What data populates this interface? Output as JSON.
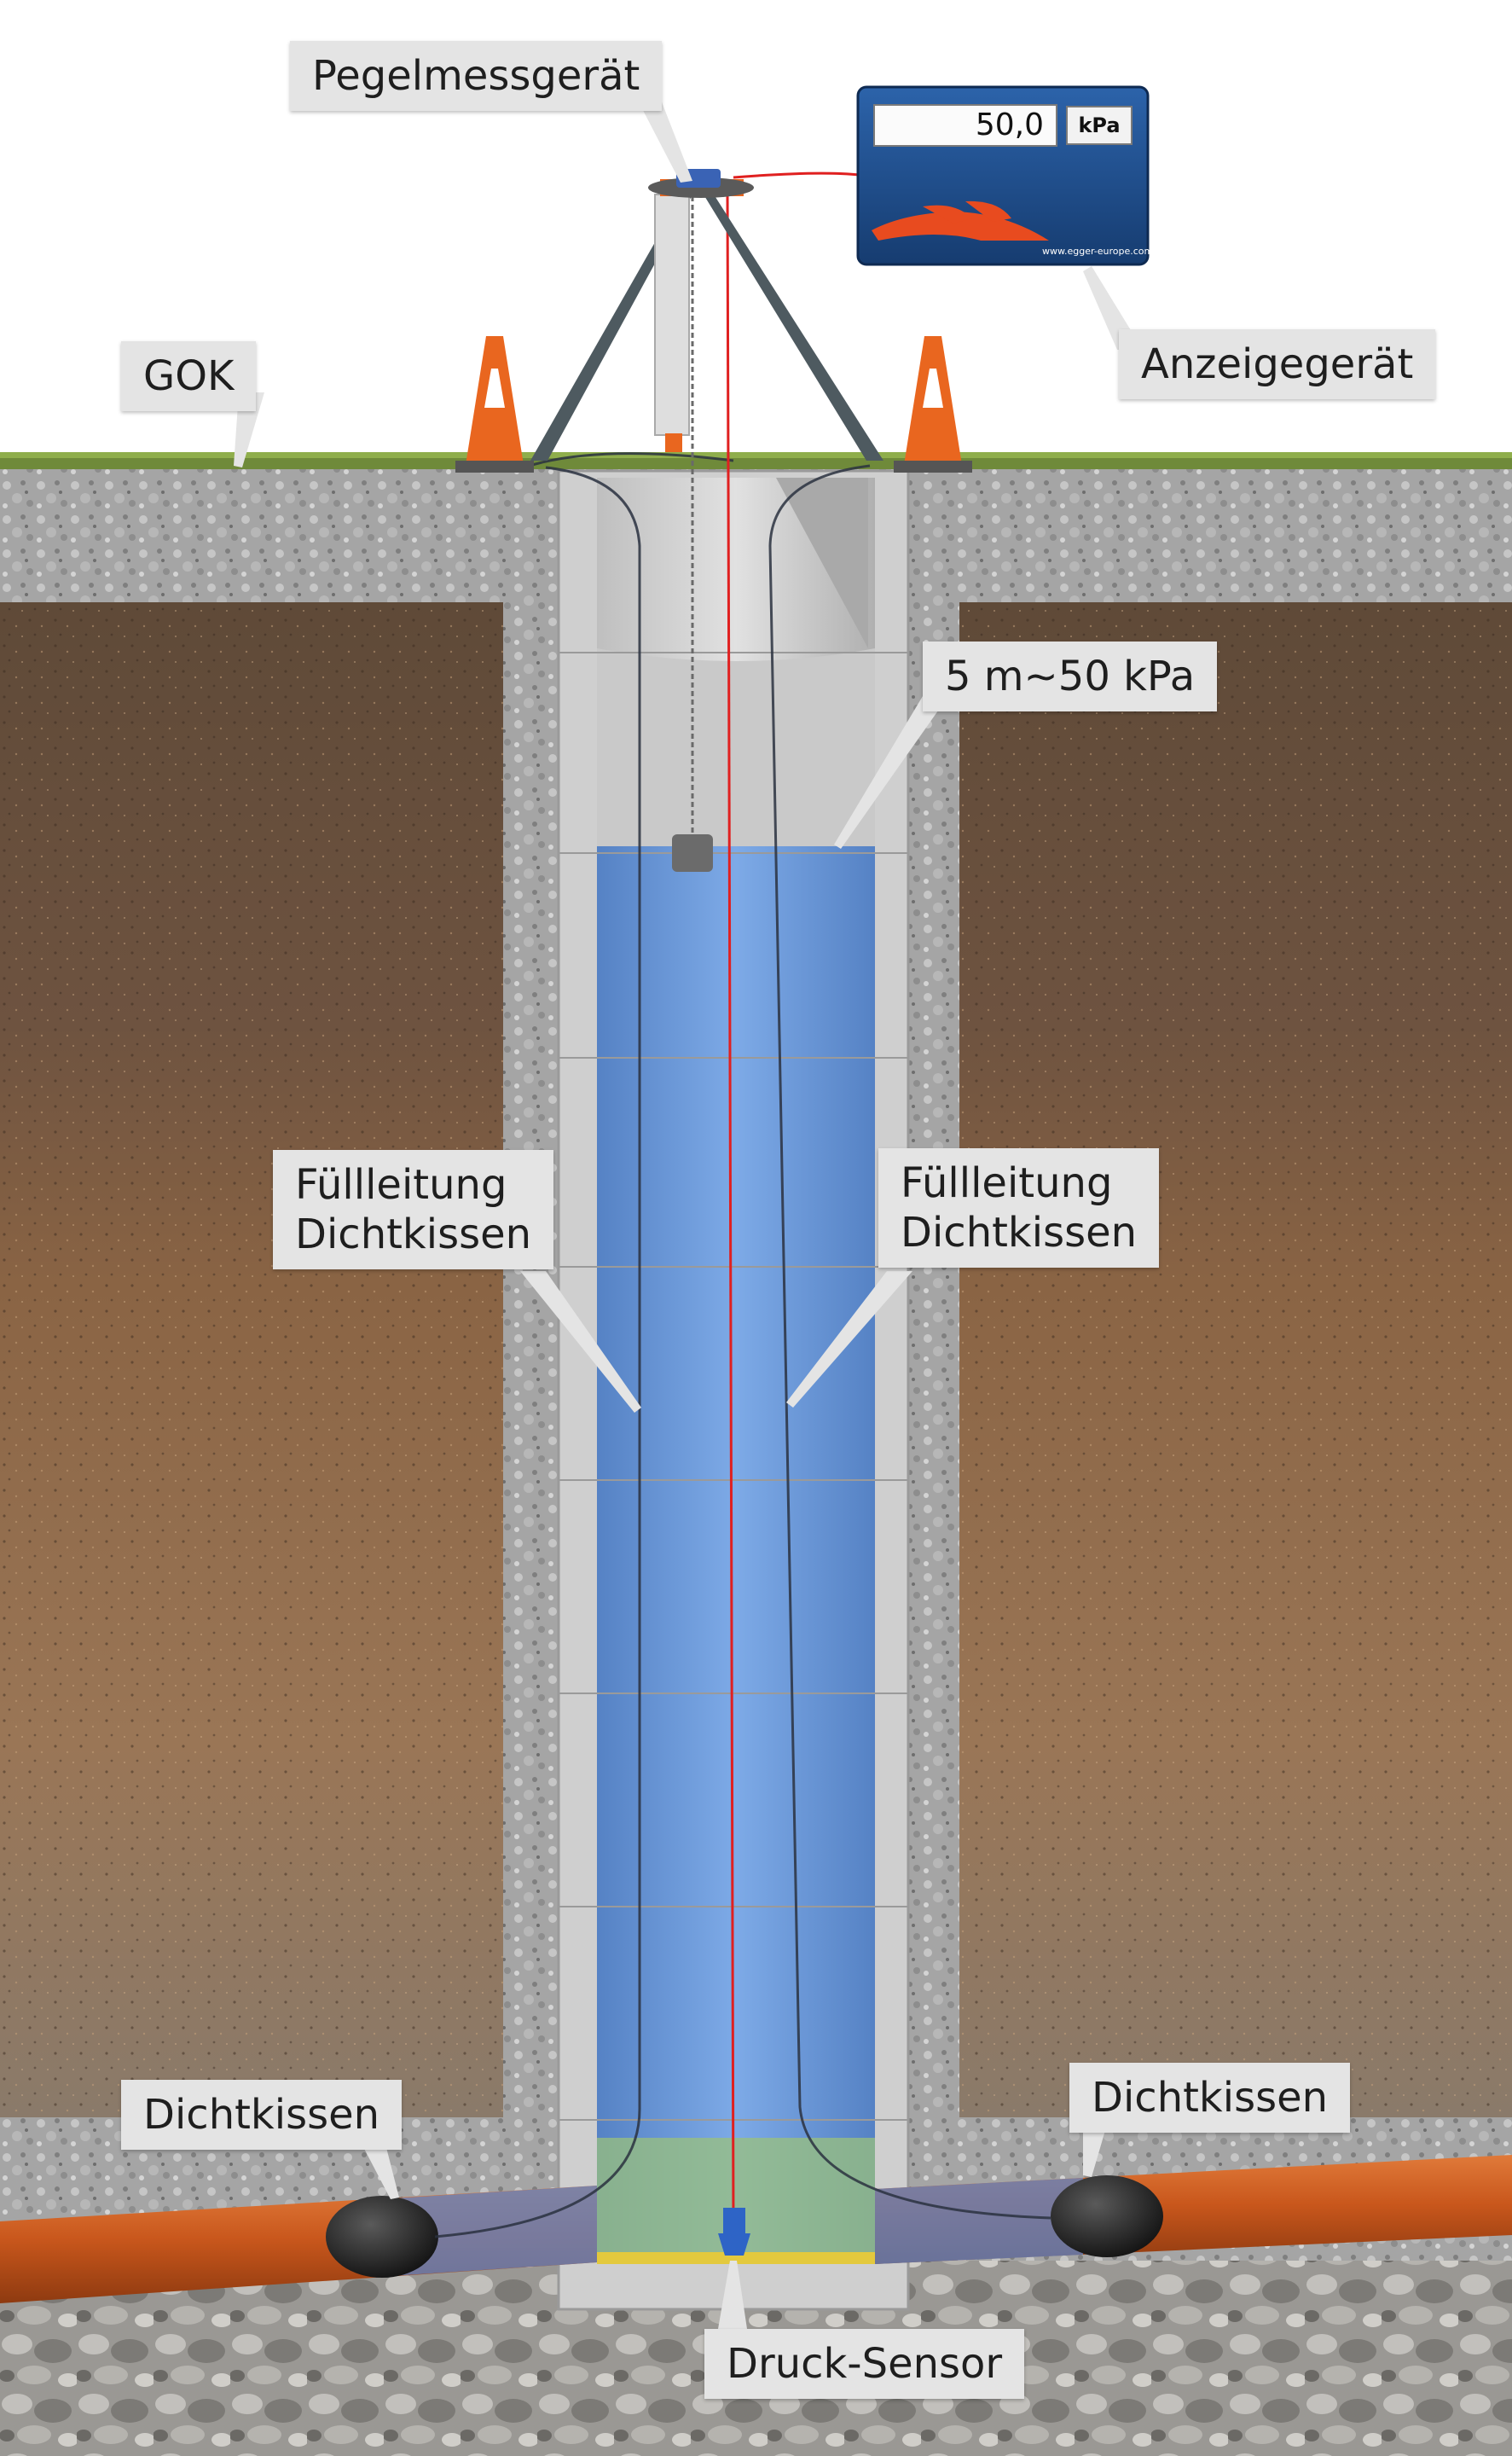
{
  "labels": {
    "pegelmessgeraet": "Pegelmessgerät",
    "gok": "GOK",
    "anzeigegeraet": "Anzeigegerät",
    "pressure_level": "5 m~50 kPa",
    "fuellleitung_left": [
      "Füllleitung",
      "Dichtkissen"
    ],
    "fuellleitung_right": [
      "Füllleitung",
      "Dichtkissen"
    ],
    "dichtkissen_left": "Dichtkissen",
    "dichtkissen_right": "Dichtkissen",
    "druck_sensor": "Druck-Sensor"
  },
  "display": {
    "value": "50,0",
    "unit": "kPa",
    "url": "www.egger-europe.com"
  },
  "colors": {
    "water": "#6f9fe0",
    "pipe": "#c9571c",
    "sensor_cable": "#e02020",
    "display_panel": "#1e4f8f",
    "cone": "#e9661f"
  }
}
